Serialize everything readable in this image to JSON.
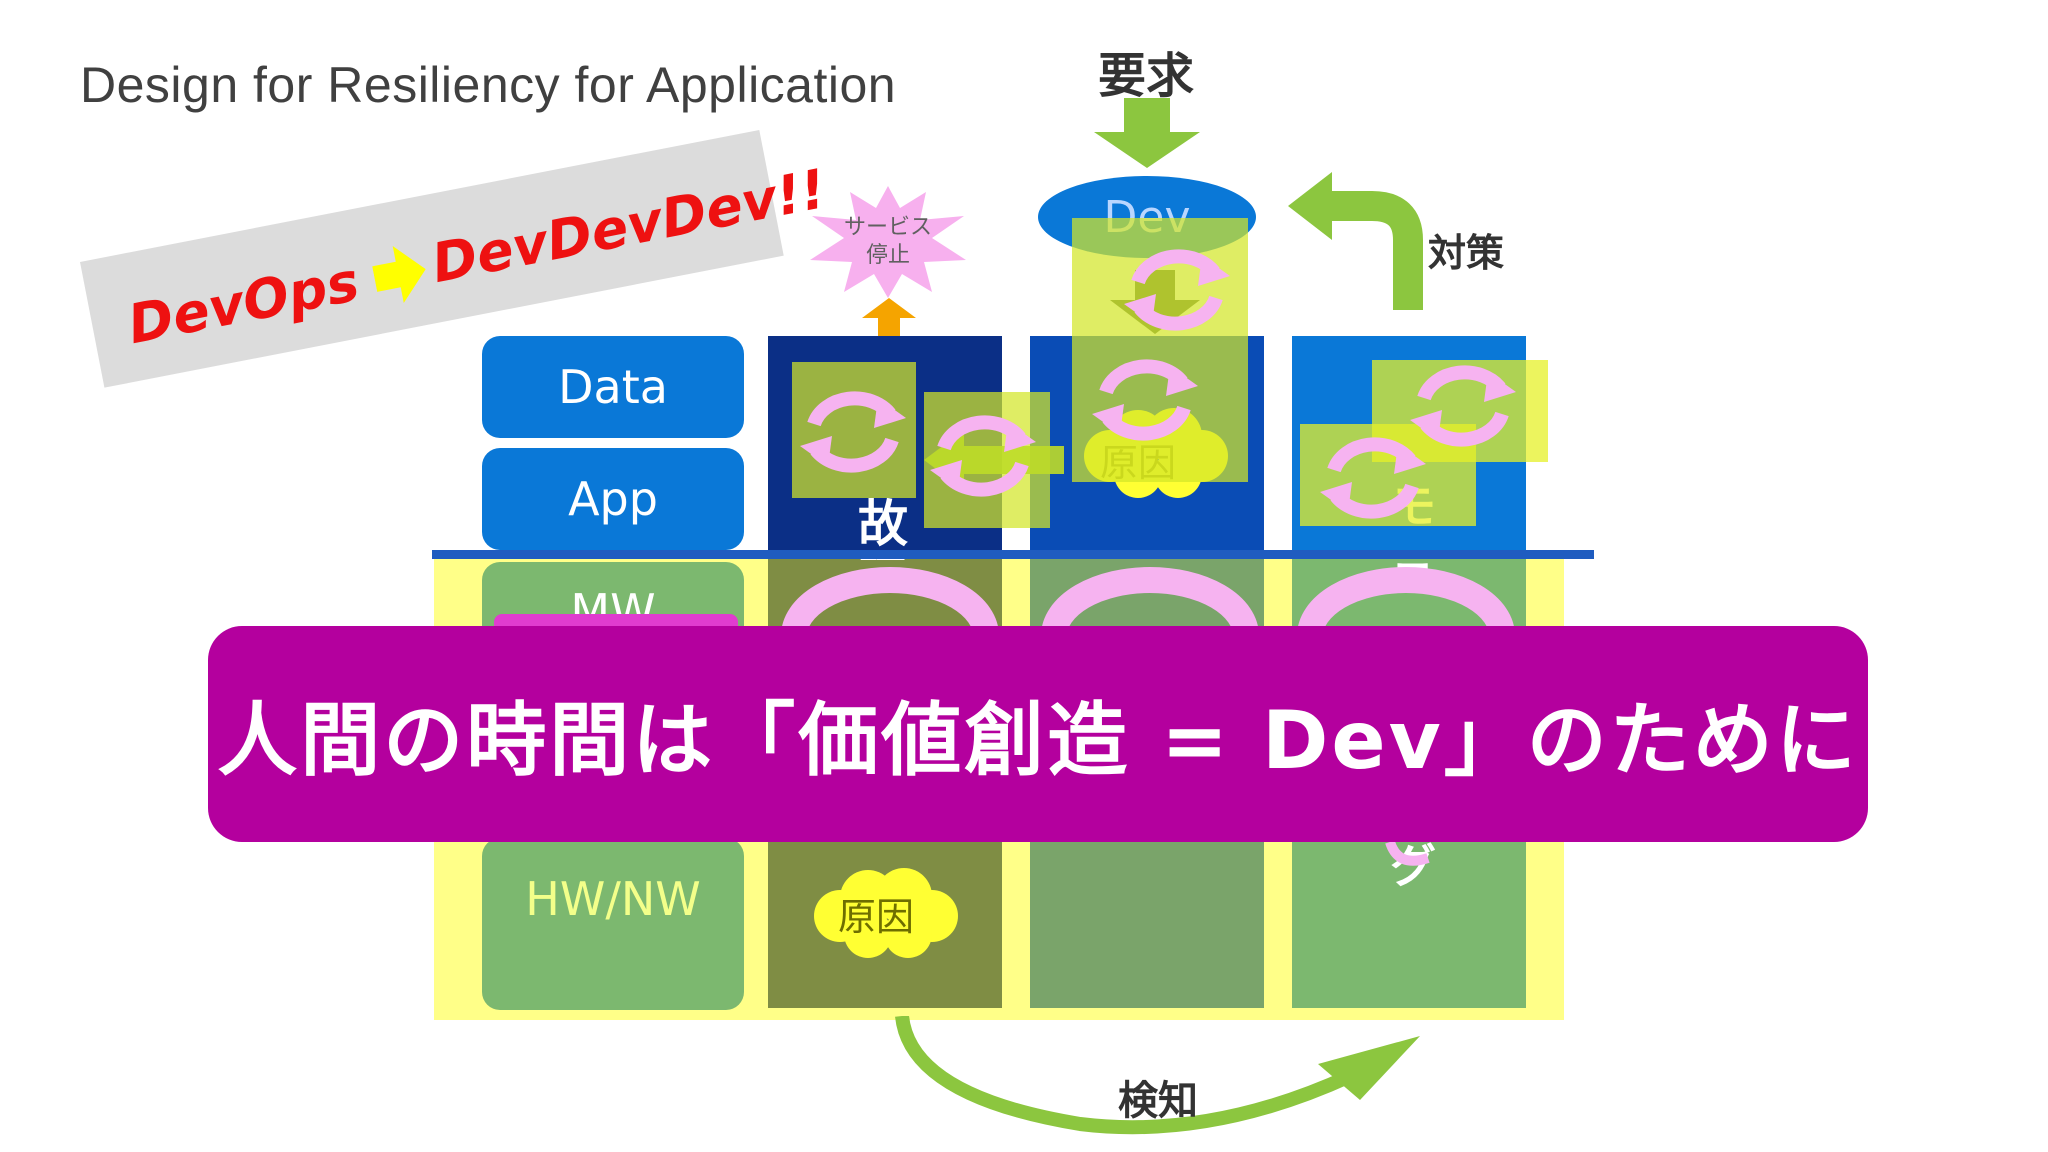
{
  "slide": {
    "title": "Design for Resiliency for Application"
  },
  "stack_layers": {
    "data": "Data",
    "app": "App",
    "mw": "MW",
    "hw_nw": "HW/NW"
  },
  "labels": {
    "demand": "要求",
    "countermeasure": "対策",
    "detection": "検知",
    "service_stop": "サービス\n停止",
    "service_stop_line1": "サービス",
    "service_stop_line2": "停止",
    "dev": "Dev",
    "cause_top": "原因",
    "cause_bottom": "原因",
    "failure": "故障",
    "monitoring": "モニタリング"
  },
  "badge": {
    "devops": "DevOps",
    "devdevdev": "DevDevDev!!"
  },
  "banner": {
    "text": "人間の時間は「価値創造 = Dev」のために"
  },
  "colors": {
    "blue": "#0a78d7",
    "dark_blue": "#0b2f86",
    "green": "#7cb86f",
    "olive": "#7f8d44",
    "yellow_highlight": "#ffff88",
    "magenta": "#b4009e",
    "pink": "#f6b3f0",
    "lime": "#8cc63f",
    "orange": "#f5a400"
  }
}
